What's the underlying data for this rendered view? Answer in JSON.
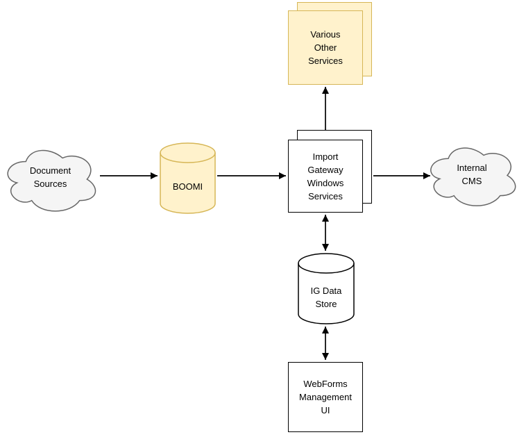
{
  "diagram": {
    "kind": "architecture-flow-diagram",
    "nodes": {
      "various_other_services": {
        "label": "Various\nOther\nServices",
        "shape": "stacked-squares",
        "fill": "#FFF2CC",
        "stroke": "#D6B656"
      },
      "document_sources": {
        "label": "Document\nSources",
        "shape": "cloud",
        "fill": "#F5F5F5",
        "stroke": "#666666"
      },
      "boomi": {
        "label": "BOOMI",
        "shape": "cylinder",
        "fill": "#FFF2CC",
        "stroke": "#D6B656"
      },
      "import_gateway": {
        "label": "Import\nGateway\nWindows\nServices",
        "shape": "stacked-squares",
        "fill": "#FFFFFF",
        "stroke": "#000000"
      },
      "internal_cms": {
        "label": "Internal\nCMS",
        "shape": "cloud",
        "fill": "#F5F5F5",
        "stroke": "#666666"
      },
      "ig_data_store": {
        "label": "IG Data\nStore",
        "shape": "cylinder",
        "fill": "#FFFFFF",
        "stroke": "#000000"
      },
      "webforms_management_ui": {
        "label": "WebForms\nManagement\nUI",
        "shape": "rectangle",
        "fill": "#FFFFFF",
        "stroke": "#000000"
      }
    },
    "edges": [
      {
        "from": "document_sources",
        "to": "boomi",
        "direction": "one-way"
      },
      {
        "from": "boomi",
        "to": "import_gateway",
        "direction": "one-way"
      },
      {
        "from": "import_gateway",
        "to": "various_other_services",
        "direction": "two-way"
      },
      {
        "from": "import_gateway",
        "to": "internal_cms",
        "direction": "one-way"
      },
      {
        "from": "import_gateway",
        "to": "ig_data_store",
        "direction": "two-way"
      },
      {
        "from": "ig_data_store",
        "to": "webforms_management_ui",
        "direction": "two-way"
      }
    ],
    "colors": {
      "node_yellow_fill": "#FFF2CC",
      "node_yellow_stroke": "#D6B656",
      "cloud_fill": "#F5F5F5",
      "cloud_stroke": "#666666",
      "box_stroke": "#000000",
      "arrow_color": "#000000",
      "text_color": "#000000",
      "background": "#FFFFFF"
    }
  }
}
